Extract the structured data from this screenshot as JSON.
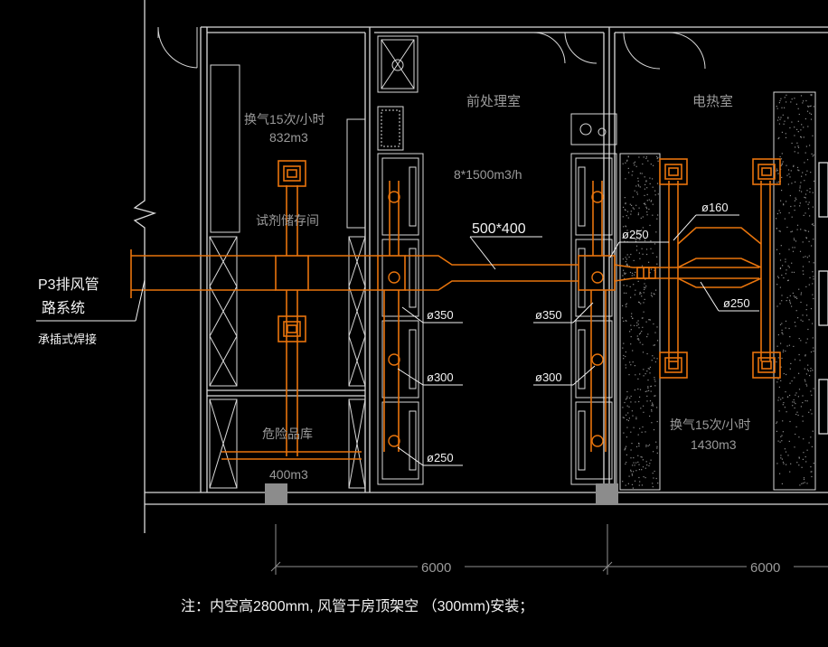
{
  "colors": {
    "background": "#000000",
    "wall": "#d9d9d9",
    "duct": "#e8740c",
    "room_label": "#9a9a9a",
    "dimension": "#8f8f8f",
    "annotation": "#f2f2f2"
  },
  "rooms": {
    "prep_room": "前处理室",
    "prep_flow": "8*1500m3/h",
    "heating_room": "电热室",
    "reagent_store": "试剂储存间",
    "hazard_store": "危险品库"
  },
  "airflow": {
    "reagent_rate": "换气15次/小时",
    "reagent_volume": "832m3",
    "hazard_volume": "400m3",
    "heating_rate": "换气15次/小时",
    "heating_volume": "1430m3"
  },
  "system": {
    "name_line1": "P3排风管",
    "name_line2": "路系统",
    "joint": "承插式焊接"
  },
  "ducts": {
    "main": "500*400",
    "d250_top": "ø250",
    "d160": "ø160",
    "d250_right": "ø250",
    "d350_left": "ø350",
    "d300_left": "ø300",
    "d250_left": "ø250",
    "d350_mid": "ø350",
    "d300_mid": "ø300"
  },
  "dimensions": {
    "span1": "6000",
    "span2": "6000"
  },
  "note": "注：内空高2800mm, 风管于房顶架空 （300mm)安装；",
  "icons": {
    "fume_hood": "fume-hood-icon",
    "sink": "sink-icon",
    "diffuser": "exhaust-diffuser-icon",
    "column": "column-icon",
    "break_line": "break-line-icon"
  }
}
